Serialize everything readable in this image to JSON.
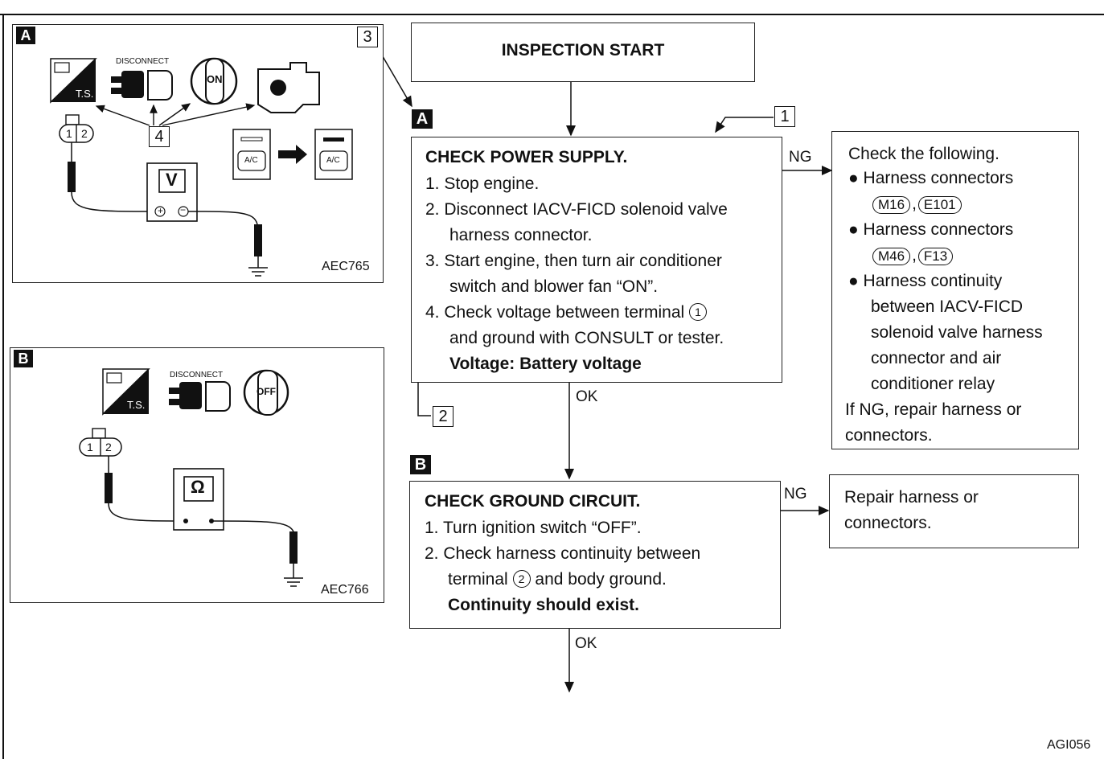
{
  "figure_id": "AGI056",
  "start": {
    "label": "INSPECTION START"
  },
  "tags": {
    "a": "A",
    "b": "B"
  },
  "numbers": {
    "n1": "1",
    "n2": "2",
    "n3": "3",
    "n4": "4"
  },
  "step_a": {
    "title": "CHECK POWER SUPPLY.",
    "s1": "1. Stop engine.",
    "s2a": "2. Disconnect IACV-FICD solenoid valve",
    "s2b": "harness connector.",
    "s3a": "3. Start engine, then turn air conditioner",
    "s3b": "switch and blower fan “ON”.",
    "s4a_pre": "4. Check voltage between terminal",
    "s4a_circ": "1",
    "s4b": "and ground with CONSULT or tester.",
    "spec": "Voltage: Battery voltage"
  },
  "step_a_ng": {
    "intro": "Check the following.",
    "b1": "Harness connectors",
    "b1_codes": [
      "M16",
      "E101"
    ],
    "b2": "Harness connectors",
    "b2_codes": [
      "M46",
      "F13"
    ],
    "b3_lines": [
      "Harness continuity",
      "between IACV-FICD",
      "solenoid valve harness",
      "connector and air",
      "conditioner relay"
    ],
    "tail1": "If NG, repair harness or",
    "tail2": "connectors."
  },
  "step_b": {
    "title": "CHECK GROUND CIRCUIT.",
    "s1": "1. Turn ignition switch “OFF”.",
    "s2a": "2. Check harness continuity between",
    "s2b_pre": "terminal",
    "s2b_circ": "2",
    "s2b_post": "and body ground.",
    "spec": "Continuity should exist."
  },
  "step_b_ng": {
    "line1": "Repair harness or",
    "line2": "connectors."
  },
  "flow_labels": {
    "ok1": "OK",
    "ok2": "OK",
    "ng1": "NG",
    "ng2": "NG"
  },
  "illus_a": {
    "id": "AEC765",
    "disconnect": "DISCONNECT",
    "ts": "T.S.",
    "on": "ON",
    "ac": "A/C",
    "meter": "V",
    "pin1": "1",
    "pin2": "2",
    "plus": "+",
    "minus": "−"
  },
  "illus_b": {
    "id": "AEC766",
    "disconnect": "DISCONNECT",
    "ts": "T.S.",
    "off": "OFF",
    "meter": "Ω",
    "pin1": "1",
    "pin2": "2"
  },
  "colors": {
    "ink": "#111111",
    "paper": "#ffffff"
  }
}
